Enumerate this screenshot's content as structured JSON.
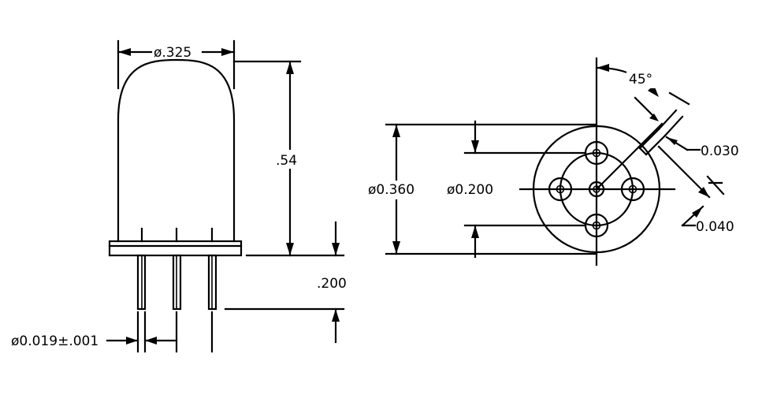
{
  "side_view": {
    "dia_cap": "ø.325",
    "height": ".54",
    "lead_length": ".200",
    "lead_dia": "ø0.019±.001"
  },
  "bottom_view": {
    "dia_base": "ø0.360",
    "dia_pins": "ø0.200",
    "angle": "45°",
    "dim_030": "0.030",
    "dim_040": "0.040"
  }
}
